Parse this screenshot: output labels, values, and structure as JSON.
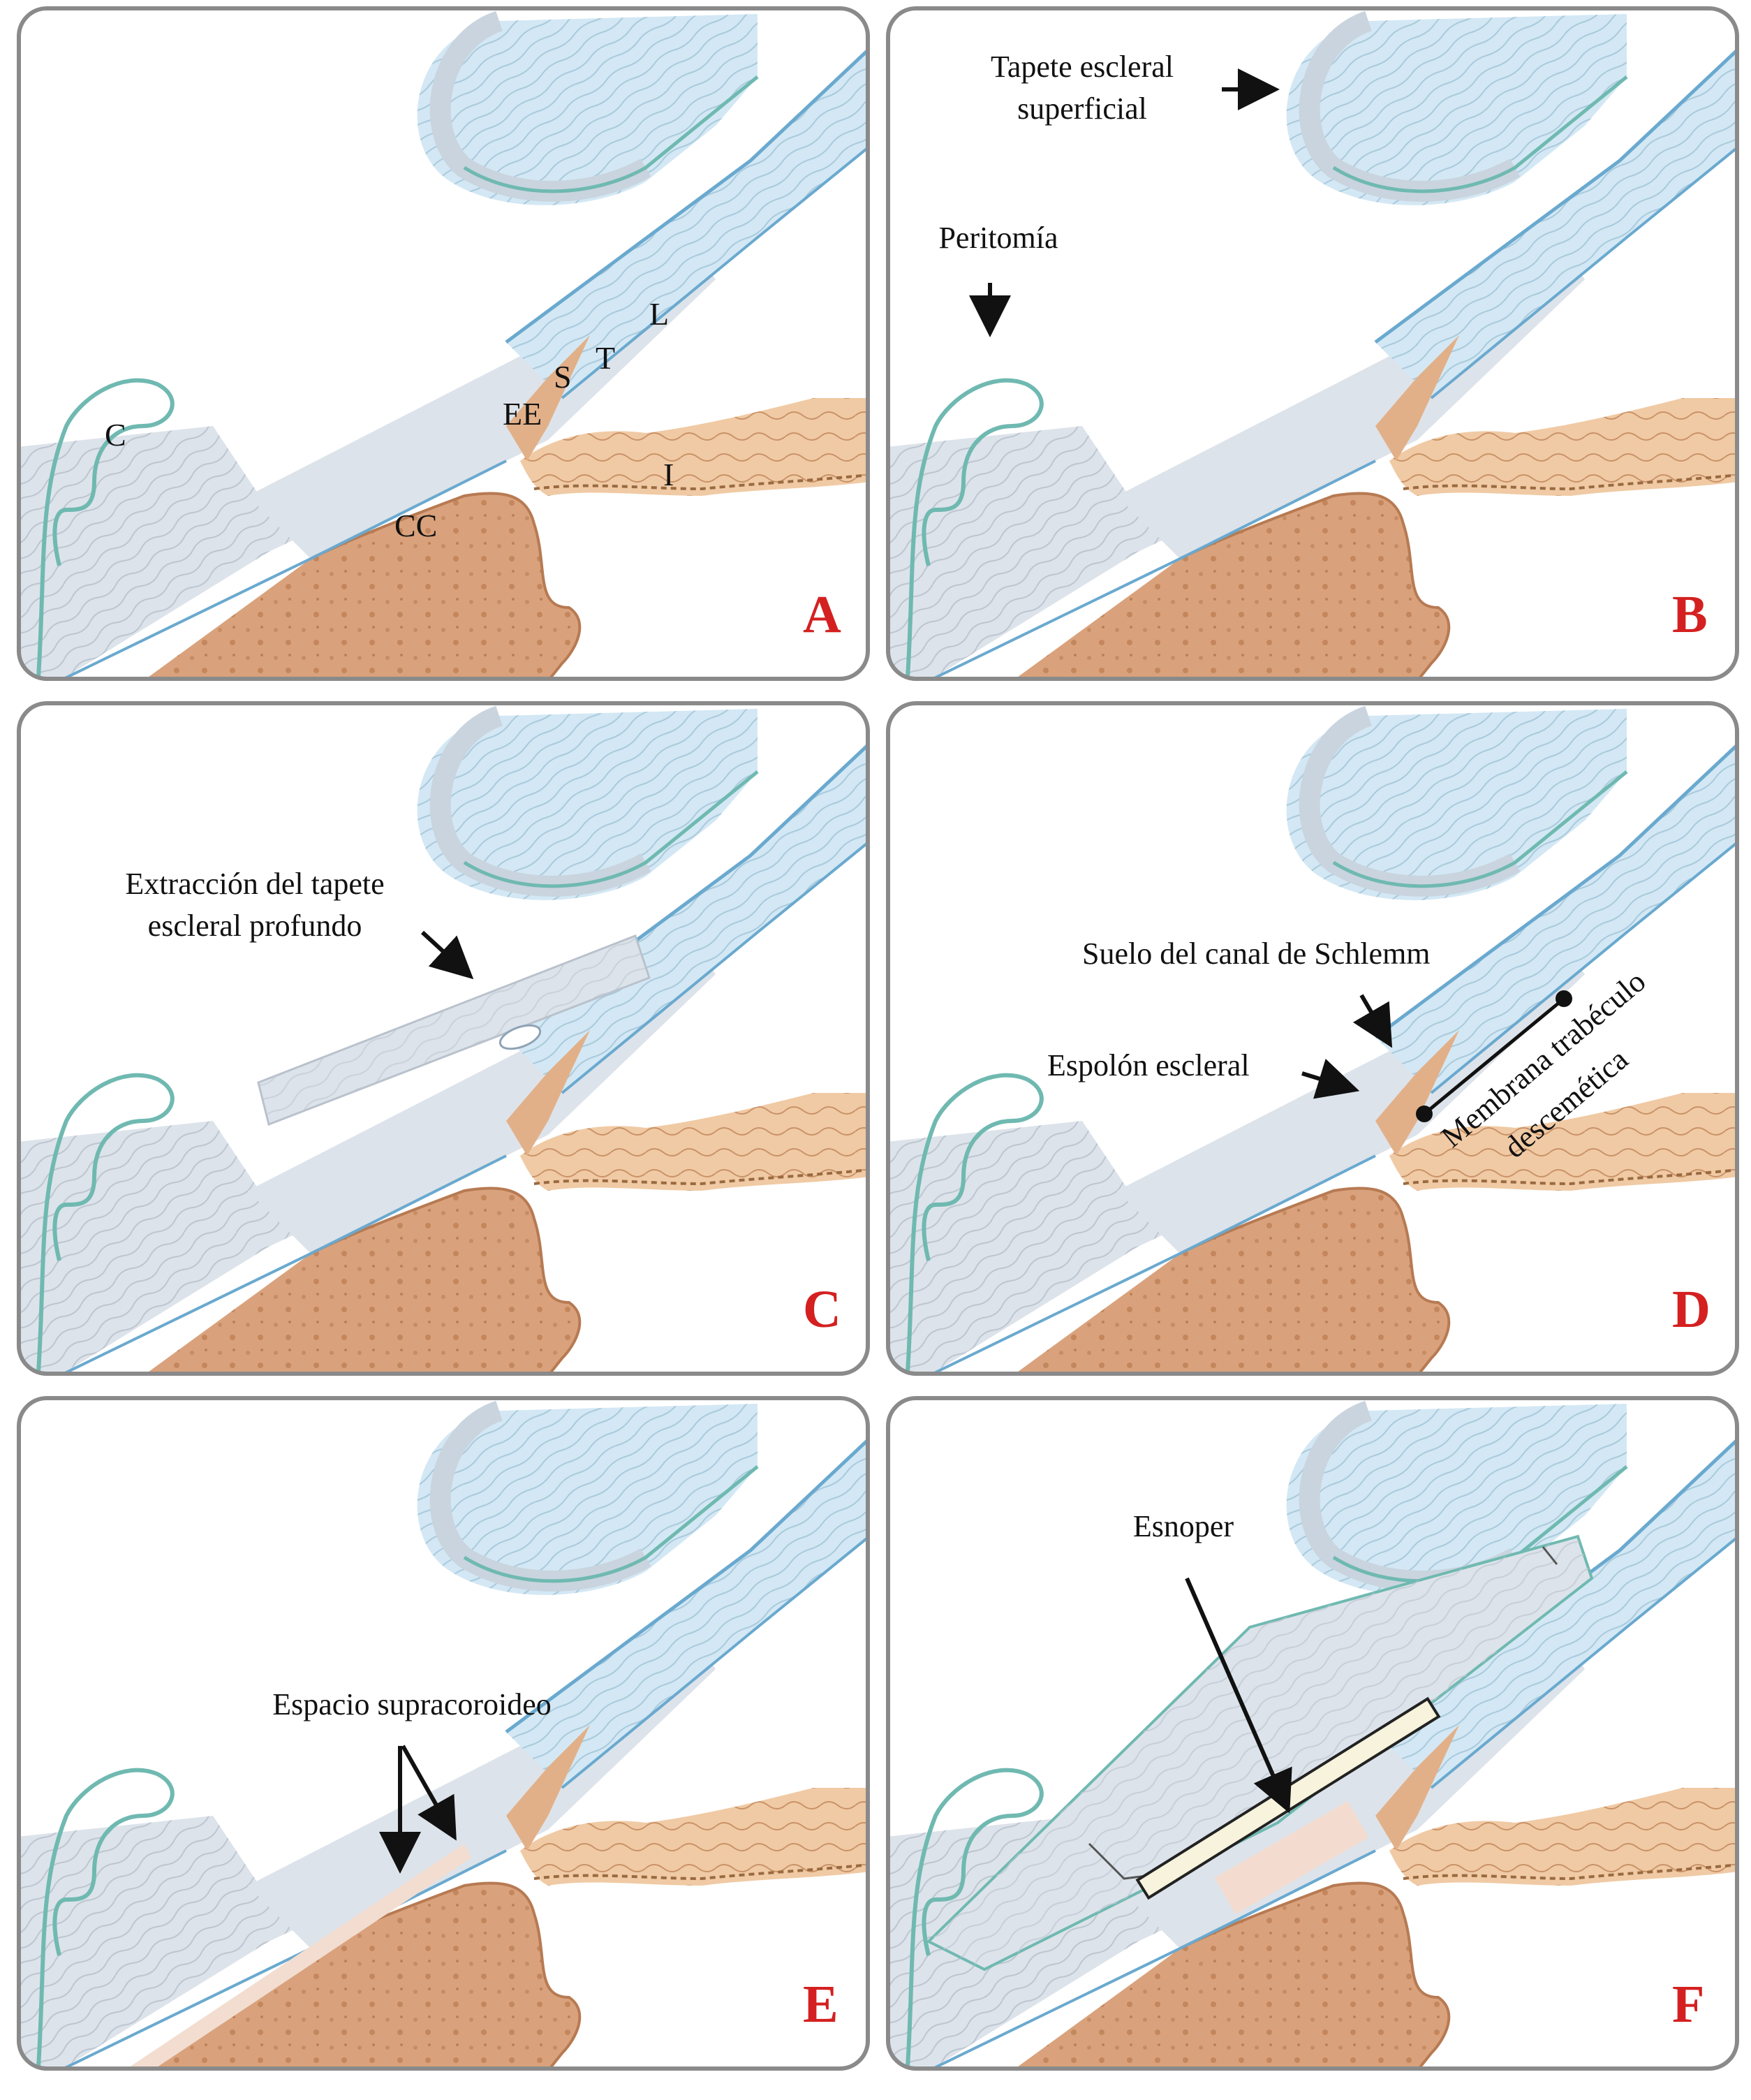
{
  "colors": {
    "panel_border": "#8a8a8a",
    "sclera": "#dde3ea",
    "sclera_fibers": "#b9c2cc",
    "cornea": "#d3e8f4",
    "cornea_edge": "#6aa9cf",
    "conjunctiva": "#6fb9b1",
    "ciliary_body": "#d9a27c",
    "ciliary_dark": "#b77a52",
    "iris": "#efc9a3",
    "iris_edge": "#9a6a40",
    "panel_letter": "#d42020",
    "implant_fill": "#f7f3dc"
  },
  "panels": {
    "A": {
      "letter": "A",
      "labels": {
        "C": "C",
        "CC": "CC",
        "EE": "EE",
        "S": "S",
        "T": "T",
        "L": "L",
        "I": "I"
      }
    },
    "B": {
      "letter": "B",
      "labels": {
        "tapete_1": "Tapete escleral",
        "tapete_2": "superficial",
        "peritomia": "Peritomía"
      }
    },
    "C": {
      "letter": "C",
      "labels": {
        "extraccion_1": "Extracción del tapete",
        "extraccion_2": "escleral profundo"
      }
    },
    "D": {
      "letter": "D",
      "labels": {
        "suelo": "Suelo del canal de Schlemm",
        "espolon": "Espolón escleral",
        "membrana_1": "Membrana trabéculo",
        "membrana_2": "descemética"
      }
    },
    "E": {
      "letter": "E",
      "labels": {
        "espacio": "Espacio supracoroideo"
      }
    },
    "F": {
      "letter": "F",
      "labels": {
        "esnoper": "Esnoper"
      }
    }
  }
}
